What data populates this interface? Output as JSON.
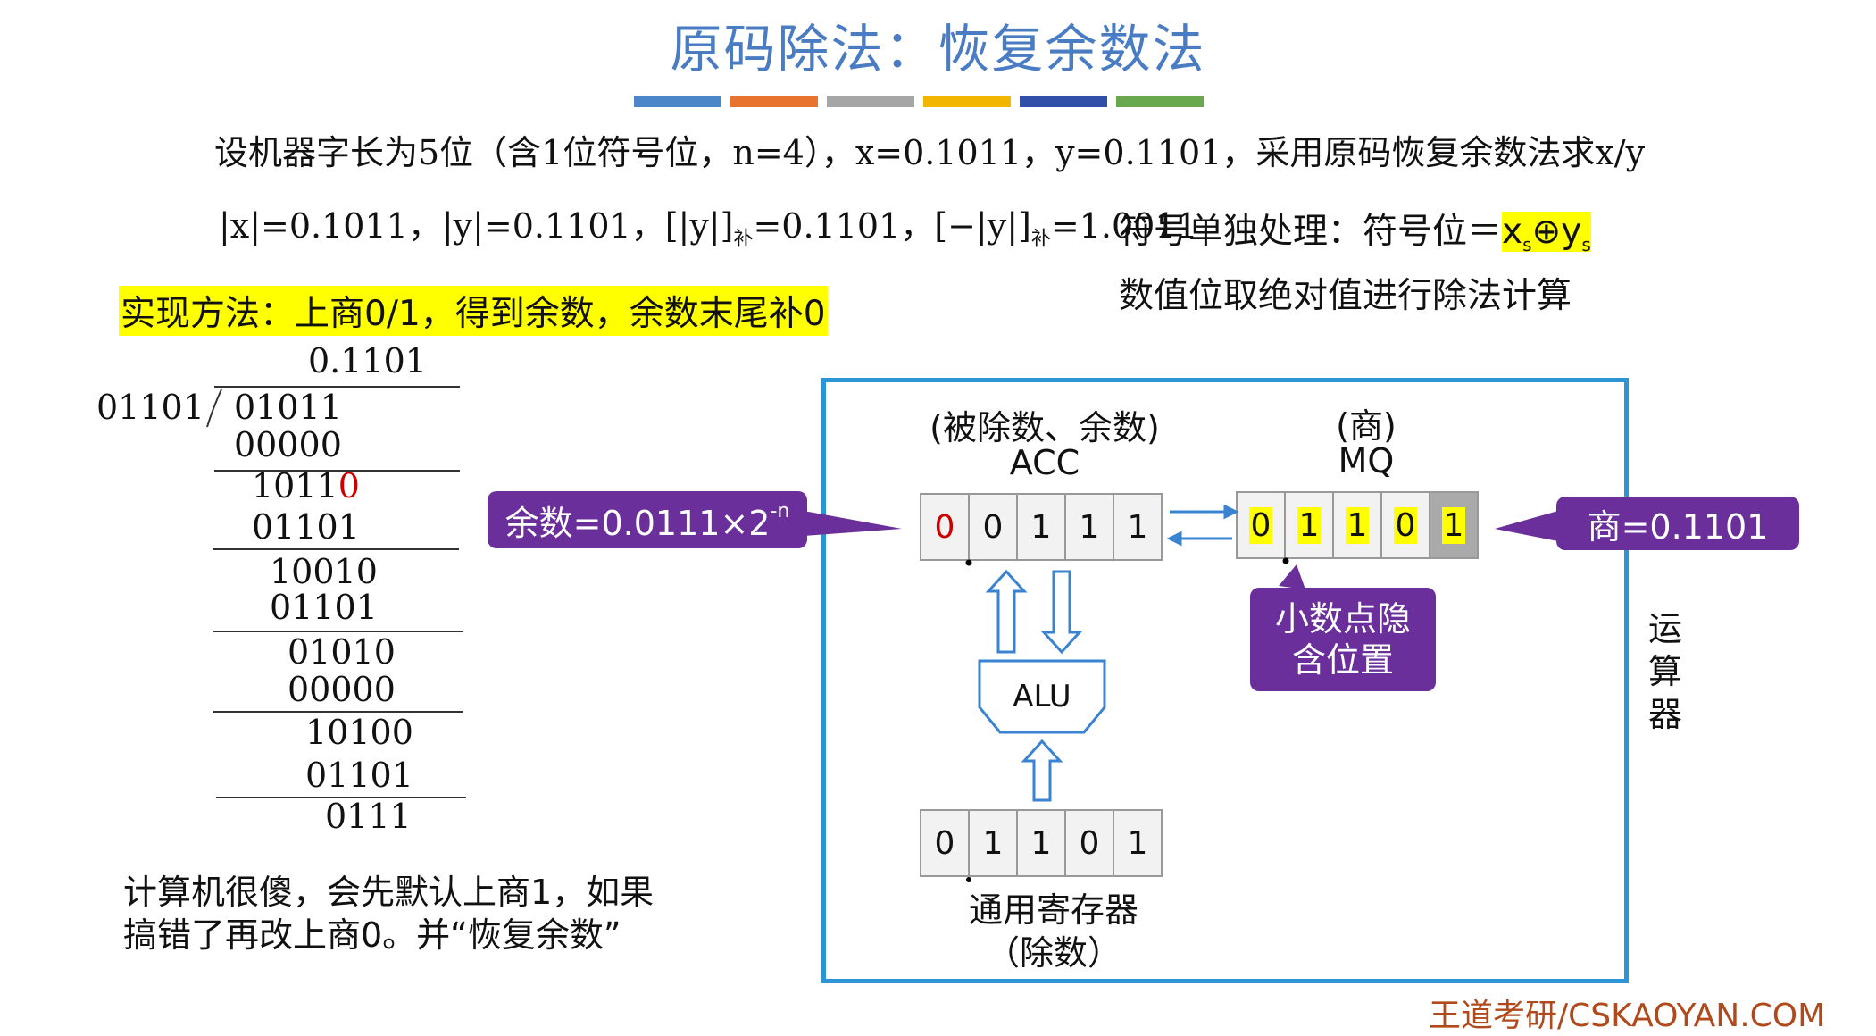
{
  "title": "原码除法：恢复余数法",
  "colors": {
    "bar": [
      "#4a86c8",
      "#e8732e",
      "#a6a6a6",
      "#f2b600",
      "#2f4fa8",
      "#6aa84f"
    ],
    "accent_box": "#2b95d6",
    "callout": "#6a2f9a"
  },
  "problem": {
    "line1": "设机器字长为5位（含1位符号位，n=4），x=0.1011，y=0.1101，采用原码恢复余数法求x/y",
    "line2_a": "|x|=0.1011，|y|=0.1101，[|y|]",
    "sub_bu": "补",
    "line2_b": "=0.1101，[−|y|]",
    "line2_c": "=1.0011"
  },
  "sign": {
    "prefix": "符号单独处理：符号位＝",
    "xs": "x",
    "s": "s",
    "op": "⊕",
    "ys": "y",
    "line2": "数值位取绝对值进行除法计算"
  },
  "method": "实现方法：上商0/1，得到余数，余数末尾补0",
  "long_division": {
    "quotient": "0.1101",
    "divisor": "01101",
    "dividend": "01011",
    "rows": [
      "00000",
      "1011",
      "0",
      "01101",
      "10010",
      "01101",
      "01010",
      "00000",
      "10100",
      "01101",
      "0111"
    ]
  },
  "cpu": {
    "acc_label1": "(被除数、余数)",
    "acc_label2": "ACC",
    "acc_cells": [
      "0",
      "0",
      "1",
      "1",
      "1"
    ],
    "mq_label1": "(商)",
    "mq_label2": "MQ",
    "mq_cells": [
      "0",
      "1",
      "1",
      "0",
      "1"
    ],
    "alu": "ALU",
    "reg_cells": [
      "0",
      "1",
      "1",
      "0",
      "1"
    ],
    "reg_label1": "通用寄存器",
    "reg_label2": "（除数）",
    "side_label": [
      "运",
      "算",
      "器"
    ]
  },
  "callouts": {
    "remainder": "余数=0.0111×2",
    "remainder_exp": "-n",
    "quotient": "商=0.1101",
    "point": [
      "小数点隐",
      "含位置"
    ]
  },
  "note": [
    "计算机很傻，会先默认上商1，如果",
    "搞错了再改上商0。并“恢复余数”"
  ],
  "brand": "王道考研/CSKAOYAN.COM"
}
